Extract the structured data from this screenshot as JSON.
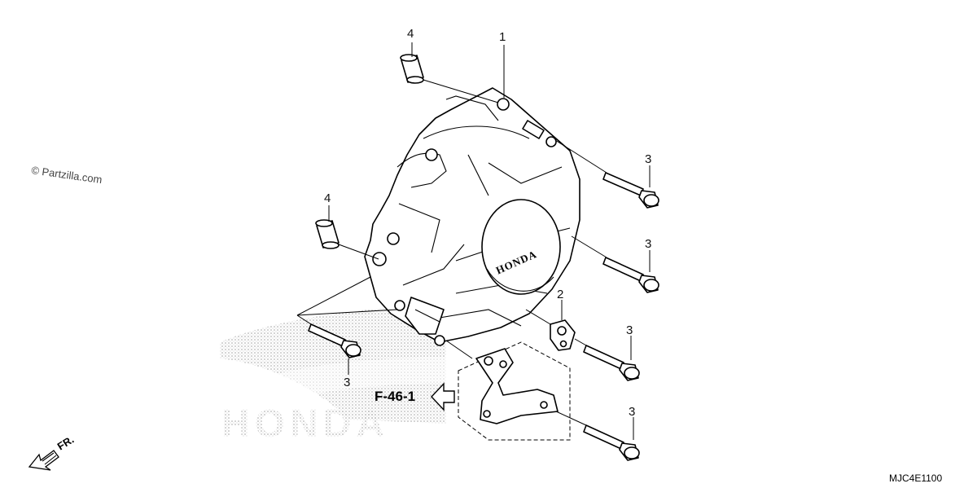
{
  "watermark": "© Partzilla.com",
  "cover_logo_text": "HONDA",
  "background_logo_text": "HONDA",
  "reference": {
    "label": "F-46-1"
  },
  "direction": {
    "label": "FR."
  },
  "diagram_code": "MJC4E1100",
  "callouts": [
    {
      "id": "callout-1-cover",
      "number": "1"
    },
    {
      "id": "callout-2-bracket",
      "number": "2"
    },
    {
      "id": "callout-3-bolt-a",
      "number": "3"
    },
    {
      "id": "callout-3-bolt-b",
      "number": "3"
    },
    {
      "id": "callout-3-bolt-c",
      "number": "3"
    },
    {
      "id": "callout-3-bolt-d",
      "number": "3"
    },
    {
      "id": "callout-3-bolt-e",
      "number": "3"
    },
    {
      "id": "callout-4-dowel-a",
      "number": "4"
    },
    {
      "id": "callout-4-dowel-b",
      "number": "4"
    }
  ]
}
